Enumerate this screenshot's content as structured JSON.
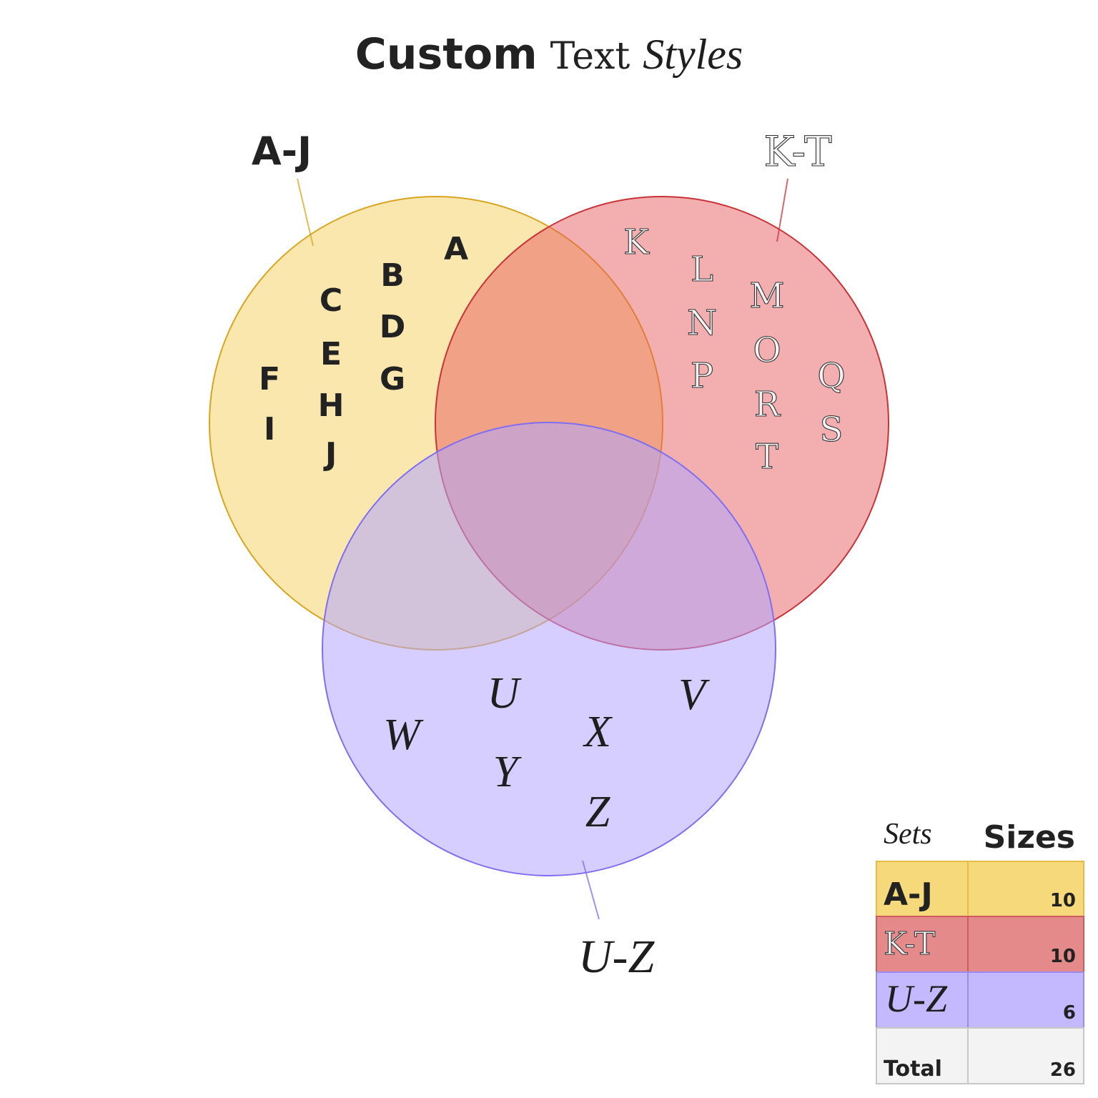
{
  "title": {
    "part1": "Custom",
    "part2": "Text",
    "part3": "Styles"
  },
  "sets": [
    {
      "label": "A-J",
      "color": "#f2c94c",
      "stroke": "#d9a520",
      "letters": [
        "A",
        "B",
        "C",
        "D",
        "E",
        "F",
        "G",
        "H",
        "I",
        "J"
      ]
    },
    {
      "label": "K-T",
      "color": "#e5565a",
      "stroke": "#c93338",
      "letters": [
        "K",
        "L",
        "M",
        "N",
        "O",
        "P",
        "Q",
        "R",
        "S",
        "T"
      ]
    },
    {
      "label": "U-Z",
      "color": "#b3a6ff",
      "stroke": "#7f6ef2",
      "letters": [
        "U",
        "V",
        "W",
        "X",
        "Y",
        "Z"
      ]
    }
  ],
  "table": {
    "header_sets": "Sets",
    "header_sizes": "Sizes",
    "rows": [
      {
        "label": "A-J",
        "size": "10",
        "color": "#f5d97a",
        "stroke": "#e4bd42"
      },
      {
        "label": "K-T",
        "size": "10",
        "color": "#e58a8a",
        "stroke": "#cf5b5b"
      },
      {
        "label": "U-Z",
        "size": "6",
        "color": "#c4b8ff",
        "stroke": "#9a8cf0"
      }
    ],
    "total_label": "Total",
    "total_value": "26"
  }
}
